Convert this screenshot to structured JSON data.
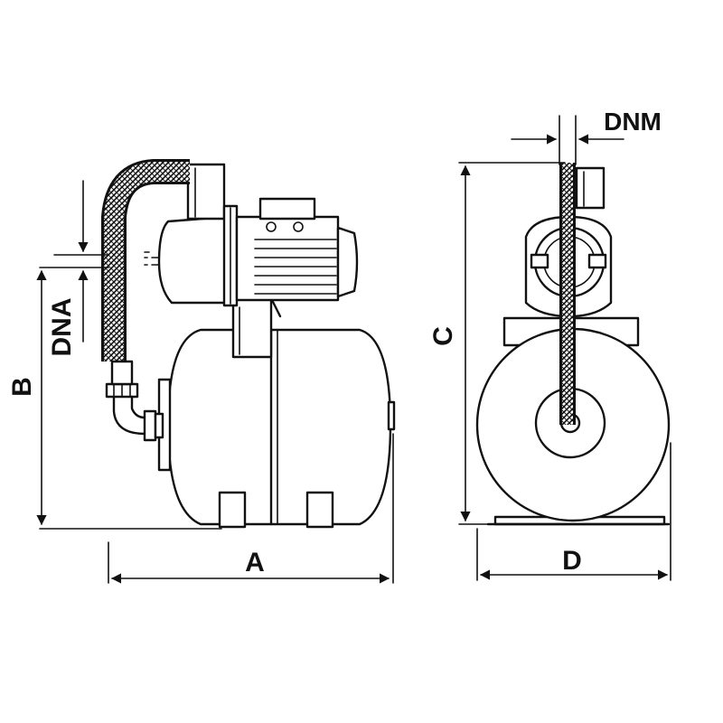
{
  "dimensions": {
    "a": "A",
    "b": "B",
    "c": "C",
    "d": "D",
    "dna": "DNA",
    "dnm": "DNM"
  }
}
